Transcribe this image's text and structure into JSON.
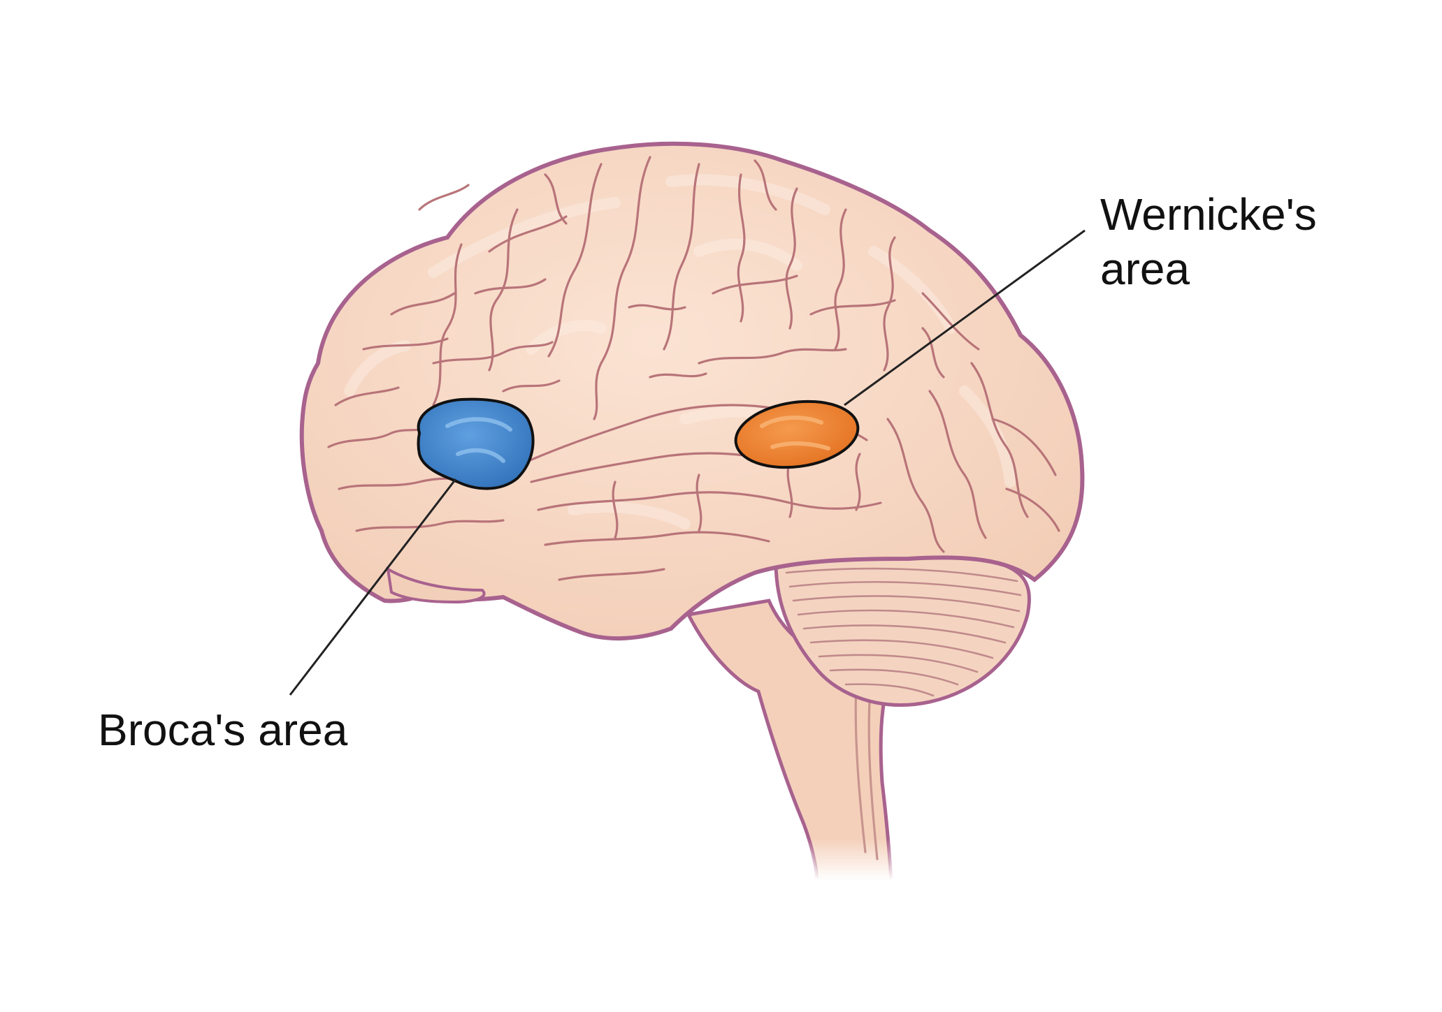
{
  "labels": {
    "wernicke_line1": "Wernicke's",
    "wernicke_line2": "area",
    "broca": "Broca's area"
  },
  "colors": {
    "background": "#ffffff",
    "brain_fill": "#f6d6c2",
    "brain_highlight": "#fbe6d8",
    "brain_outline": "#a8628e",
    "gyrus_line": "#b87a7e",
    "broca_fill": "#3d82cc",
    "wernicke_fill": "#ee7d2c",
    "leader_line": "#222222",
    "label_text": "#111111"
  }
}
